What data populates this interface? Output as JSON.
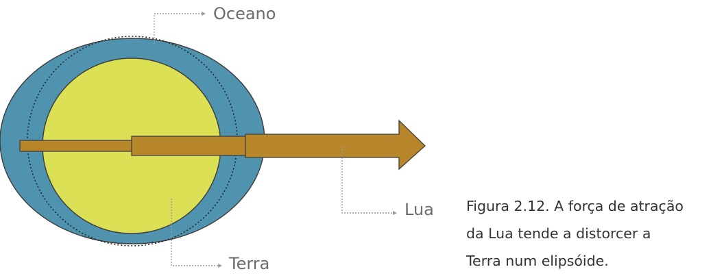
{
  "labels": {
    "ocean": "Oceano",
    "moon": "Lua",
    "earth": "Terra"
  },
  "caption": {
    "line1": "Figura 2.12. A força de atração",
    "line2": "da Lua tende a distorcer a",
    "line3": "Terra num elipsóide."
  },
  "colors": {
    "ocean": "#4f93ae",
    "earth": "#dbe055",
    "arrow": "#b8862a",
    "outline": "#3f3f3f",
    "leader": "#9a9a9a",
    "label": "#6b6b6b",
    "caption": "#333333"
  }
}
